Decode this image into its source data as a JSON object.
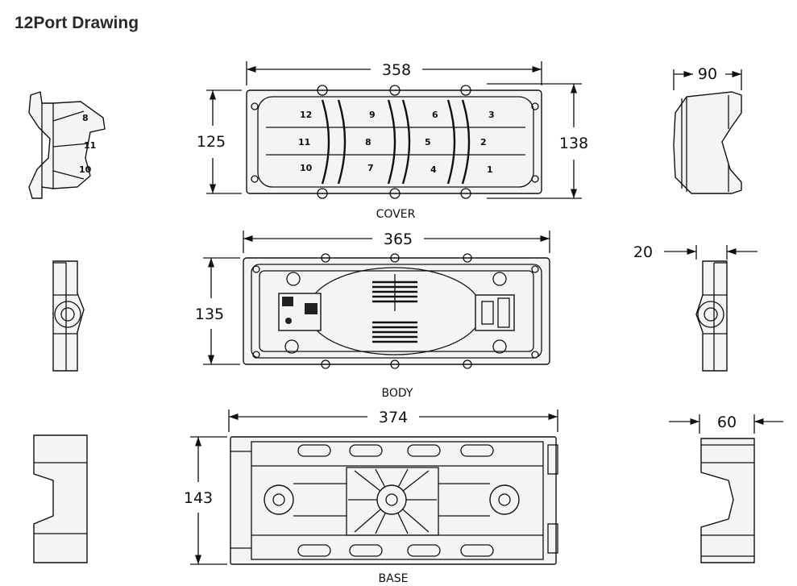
{
  "title": "12Port Drawing",
  "views": {
    "cover": {
      "label": "COVER",
      "dims": {
        "width": "358",
        "height_inner": "125",
        "height_outer": "138",
        "side": "90"
      },
      "port_numbers": [
        "12",
        "11",
        "10",
        "9",
        "8",
        "7",
        "6",
        "5",
        "4",
        "3",
        "2",
        "1"
      ]
    },
    "body": {
      "label": "BODY",
      "dims": {
        "width": "365",
        "height": "135",
        "side": "20"
      }
    },
    "base": {
      "label": "BASE",
      "dims": {
        "width": "374",
        "height": "143",
        "side": "60"
      }
    }
  }
}
